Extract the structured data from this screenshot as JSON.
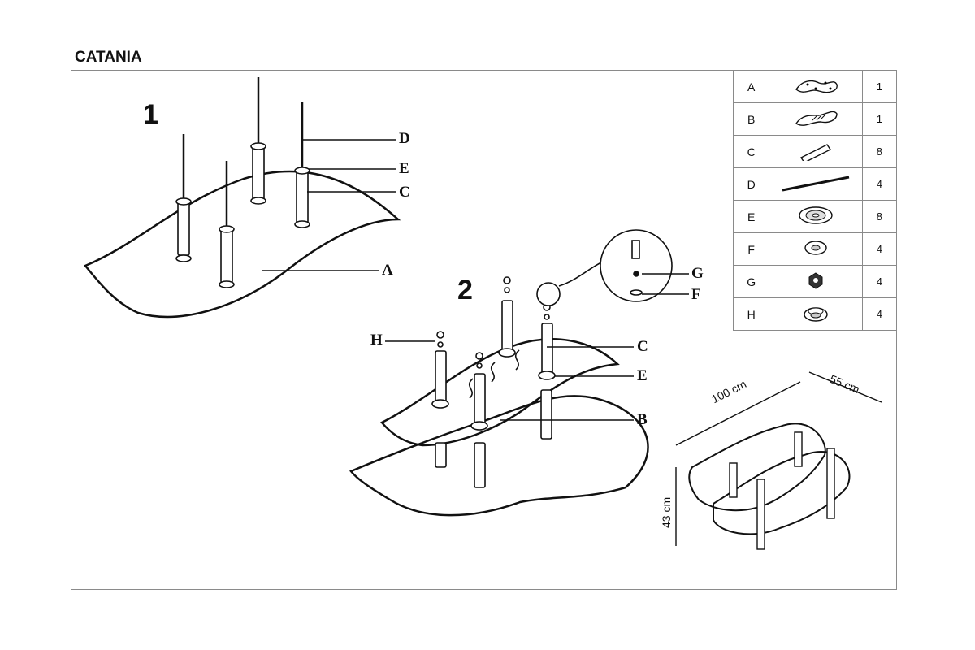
{
  "title": "CATANIA",
  "steps": [
    "1",
    "2"
  ],
  "callouts": {
    "step1": [
      "D",
      "E",
      "C",
      "A"
    ],
    "step2": [
      "H",
      "G",
      "F",
      "C",
      "E",
      "B"
    ]
  },
  "parts": [
    {
      "letter": "A",
      "icon": "glass-top-icon",
      "qty": "1"
    },
    {
      "letter": "B",
      "icon": "glass-shelf-icon",
      "qty": "1"
    },
    {
      "letter": "C",
      "icon": "tube-leg-icon",
      "qty": "8"
    },
    {
      "letter": "D",
      "icon": "threaded-rod-icon",
      "qty": "4"
    },
    {
      "letter": "E",
      "icon": "large-washer-icon",
      "qty": "8"
    },
    {
      "letter": "F",
      "icon": "small-washer-icon",
      "qty": "4"
    },
    {
      "letter": "G",
      "icon": "nut-icon",
      "qty": "4"
    },
    {
      "letter": "H",
      "icon": "cap-icon",
      "qty": "4"
    }
  ],
  "dimensions": {
    "length": "100 cm",
    "width": "55 cm",
    "height": "43 cm"
  }
}
